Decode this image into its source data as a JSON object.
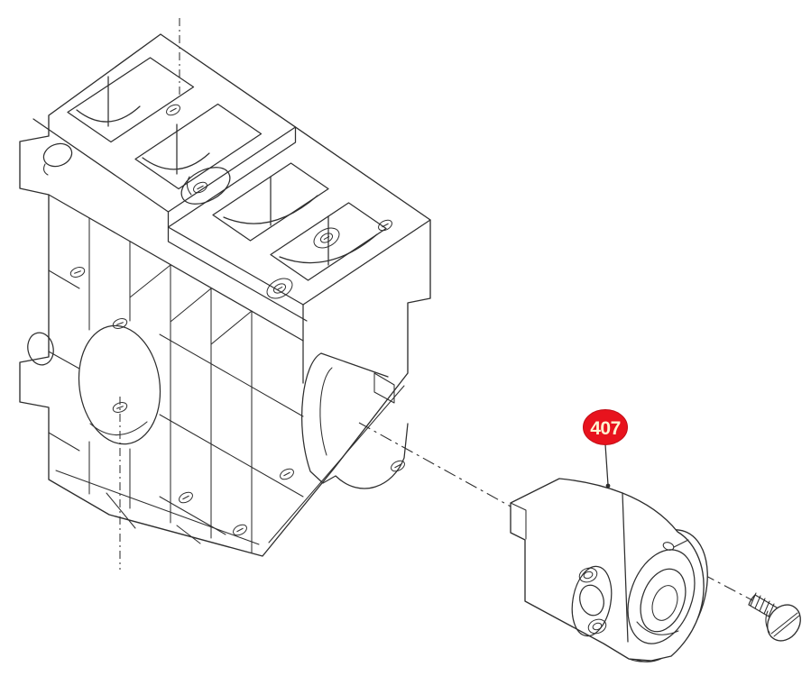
{
  "diagram": {
    "background": "#ffffff",
    "line_color": "#2e2e2e",
    "callout": {
      "label": "407",
      "fill": "#e8131d",
      "stroke": "#c00d16",
      "text_color": "#fff6d2"
    },
    "parts": [
      {
        "name": "cylinder-block"
      },
      {
        "name": "pump-assembly"
      },
      {
        "name": "mounting-screw"
      }
    ]
  }
}
